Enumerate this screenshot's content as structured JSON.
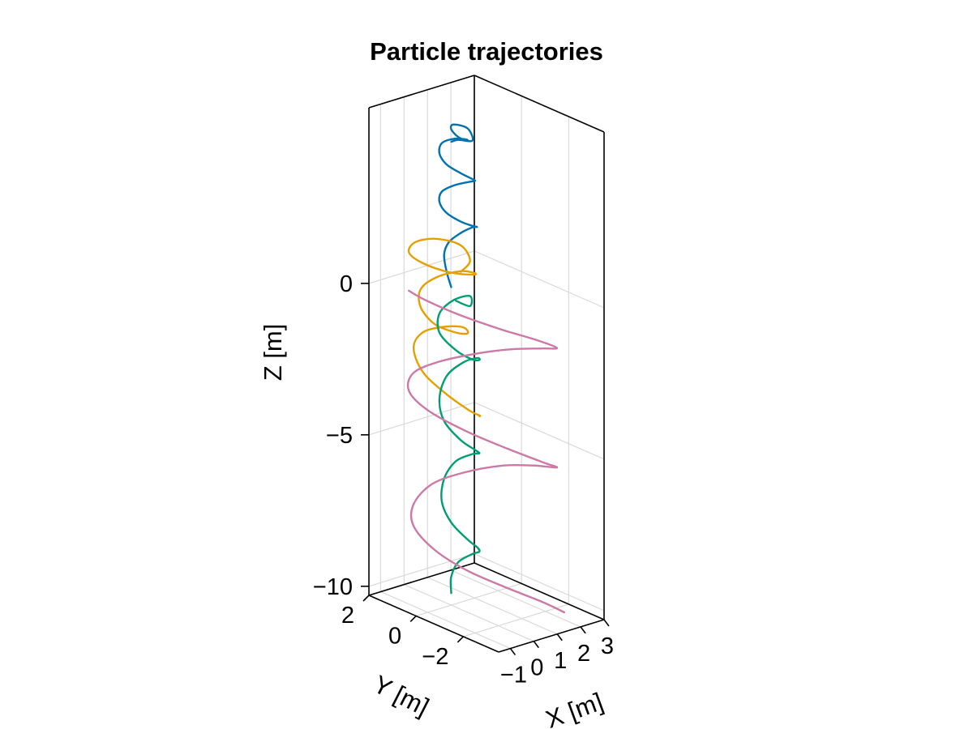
{
  "chart_data": {
    "type": "line3d",
    "title": "Particle trajectories",
    "xlabel": "X [m]",
    "ylabel": "Y [m]",
    "zlabel": "Z [m]",
    "xlim": [
      -1.5,
      3.0
    ],
    "ylim": [
      -3.5,
      2.0
    ],
    "zlim": [
      -10.3,
      5.8
    ],
    "xticks": [
      -1,
      0,
      1,
      2,
      3
    ],
    "yticks": [
      -2,
      0,
      2
    ],
    "zticks": [
      -10,
      -5,
      0
    ],
    "xtick_labels": [
      "−1",
      "0",
      "1",
      "2",
      "3"
    ],
    "ytick_labels": [
      "−2",
      "0",
      "2"
    ],
    "ztick_labels": [
      "−10",
      "−5",
      "0"
    ],
    "grid": true,
    "series": [
      {
        "color": "#0072B2",
        "x": [
          0.0,
          0.1,
          0.3,
          0.6,
          0.9,
          1.0,
          0.8,
          0.4,
          0.0,
          -0.2,
          -0.1,
          0.2,
          0.5,
          0.7,
          0.6,
          0.3,
          0.0,
          -0.2,
          -0.1,
          0.2,
          0.4,
          0.5,
          0.3,
          0.1,
          0.2,
          0.7,
          1.0,
          0.6,
          0.2,
          0.0
        ],
        "y": [
          0.0,
          0.3,
          0.6,
          0.7,
          0.5,
          0.1,
          -0.3,
          -0.5,
          -0.4,
          0.0,
          0.4,
          0.6,
          0.4,
          0.0,
          -0.4,
          -0.6,
          -0.4,
          0.0,
          0.4,
          0.6,
          0.3,
          -0.1,
          -0.4,
          -0.2,
          0.2,
          0.6,
          0.3,
          -0.3,
          -0.1,
          0.0
        ],
        "z": [
          0.2,
          0.6,
          1.0,
          1.3,
          1.6,
          1.9,
          2.1,
          2.3,
          2.5,
          2.7,
          2.9,
          3.1,
          3.3,
          3.5,
          3.7,
          3.9,
          4.1,
          4.3,
          4.5,
          4.7,
          4.9,
          5.0,
          5.1,
          5.2,
          5.3,
          5.2,
          5.1,
          5.0,
          5.05,
          5.0
        ]
      },
      {
        "color": "#E69F00",
        "x": [
          0.6,
          0.3,
          -0.2,
          -0.7,
          -0.9,
          -0.6,
          0.0,
          0.5,
          0.6,
          0.2,
          -0.4,
          -0.8,
          -0.7,
          -0.2,
          0.4,
          0.8,
          0.7,
          0.2,
          -0.5,
          -0.9,
          -0.8,
          -0.2,
          0.5,
          0.9,
          0.6,
          -0.1
        ],
        "y": [
          -0.6,
          -0.9,
          -1.0,
          -0.5,
          0.3,
          1.0,
          1.2,
          0.8,
          0.1,
          -0.5,
          -0.6,
          -0.1,
          0.6,
          1.1,
          1.0,
          0.4,
          -0.3,
          -0.7,
          -0.4,
          0.3,
          1.0,
          1.3,
          1.1,
          0.5,
          -0.2,
          -0.5
        ],
        "z": [
          -4.0,
          -3.8,
          -3.5,
          -3.0,
          -2.5,
          -2.0,
          -1.7,
          -1.5,
          -1.3,
          -1.2,
          -1.0,
          -0.8,
          -0.5,
          -0.2,
          0.1,
          0.4,
          0.6,
          0.8,
          0.95,
          1.1,
          1.2,
          1.3,
          1.3,
          1.2,
          1.0,
          0.9
        ]
      },
      {
        "color": "#009E73",
        "x": [
          0.0,
          0.4,
          0.9,
          1.2,
          1.0,
          0.5,
          0.0,
          -0.3,
          -0.2,
          0.3,
          0.9,
          1.2,
          0.9,
          0.3,
          -0.2,
          -0.4,
          -0.1,
          0.5,
          1.0,
          1.1,
          0.7,
          0.2,
          -0.2,
          -0.3,
          0.1,
          0.7,
          1.0,
          0.6,
          0.2
        ],
        "y": [
          0.0,
          0.4,
          0.6,
          0.3,
          -0.2,
          -0.6,
          -0.7,
          -0.3,
          0.2,
          0.6,
          0.7,
          0.3,
          -0.3,
          -0.7,
          -0.6,
          -0.1,
          0.4,
          0.7,
          0.5,
          0.0,
          -0.5,
          -0.7,
          -0.4,
          0.2,
          0.6,
          0.6,
          0.2,
          -0.2,
          0.0
        ],
        "z": [
          -9.9,
          -9.6,
          -9.3,
          -9.0,
          -8.7,
          -8.3,
          -7.9,
          -7.4,
          -6.9,
          -6.4,
          -6.0,
          -5.7,
          -5.4,
          -5.0,
          -4.6,
          -4.1,
          -3.6,
          -3.1,
          -2.7,
          -2.4,
          -2.2,
          -2.0,
          -1.7,
          -1.3,
          -0.9,
          -0.6,
          -0.4,
          -0.5,
          -0.3
        ]
      },
      {
        "color": "#CC79A7",
        "x": [
          1.9,
          1.6,
          1.0,
          0.3,
          -0.2,
          -0.4,
          -0.2,
          0.4,
          1.2,
          2.0,
          2.6,
          2.9,
          2.5,
          1.7,
          0.8,
          0.0,
          -0.4,
          -0.3,
          0.3,
          1.1,
          1.9,
          2.6,
          2.9,
          2.4,
          1.6,
          0.7,
          0.0,
          -0.4
        ],
        "y": [
          -2.9,
          -2.3,
          -1.4,
          -0.4,
          0.5,
          1.2,
          1.4,
          1.2,
          0.6,
          -0.2,
          -0.9,
          -1.6,
          -1.4,
          -0.7,
          0.2,
          1.0,
          1.4,
          1.3,
          0.8,
          0.1,
          -0.6,
          -1.3,
          -1.6,
          -1.2,
          -0.5,
          0.4,
          1.1,
          1.4
        ],
        "z": [
          -10.0,
          -9.8,
          -9.5,
          -9.1,
          -8.6,
          -8.0,
          -7.4,
          -6.8,
          -6.4,
          -6.1,
          -6.0,
          -5.9,
          -5.7,
          -5.3,
          -4.8,
          -4.2,
          -3.6,
          -3.0,
          -2.6,
          -2.3,
          -2.1,
          -2.0,
          -1.95,
          -1.7,
          -1.4,
          -1.0,
          -0.6,
          -0.3
        ]
      }
    ]
  }
}
